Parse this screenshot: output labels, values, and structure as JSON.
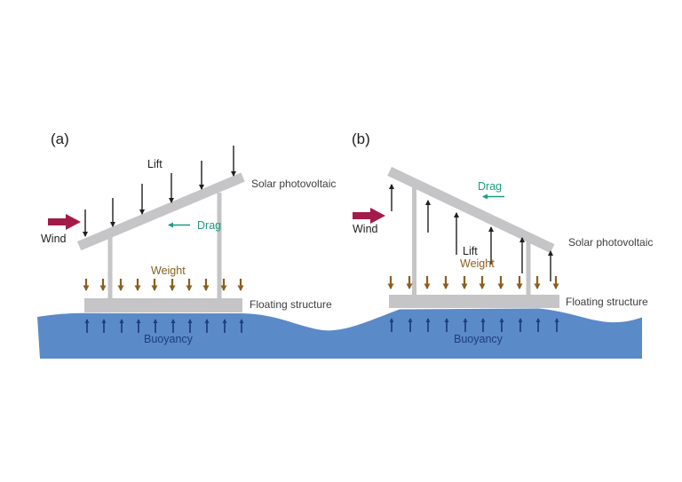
{
  "figure": {
    "panel_a": {
      "letter": "(a)"
    },
    "panel_b": {
      "letter": "(b)"
    },
    "labels": {
      "wind": "Wind",
      "lift": "Lift",
      "drag": "Drag",
      "weight": "Weight",
      "buoyancy": "Buoyancy",
      "solar_pv": "Solar photovoltaic",
      "floating": "Floating structure"
    },
    "colors": {
      "wind": "#a31b49",
      "drag": "#1b9b80",
      "weight": "#8a5f1f",
      "buoyancy": "#1e3d7d",
      "water": "#5b8ac8",
      "structure": "#c5c5c7",
      "ink": "#1f1f1f",
      "label": "#3d3d3d",
      "background": "#ffffff"
    }
  }
}
